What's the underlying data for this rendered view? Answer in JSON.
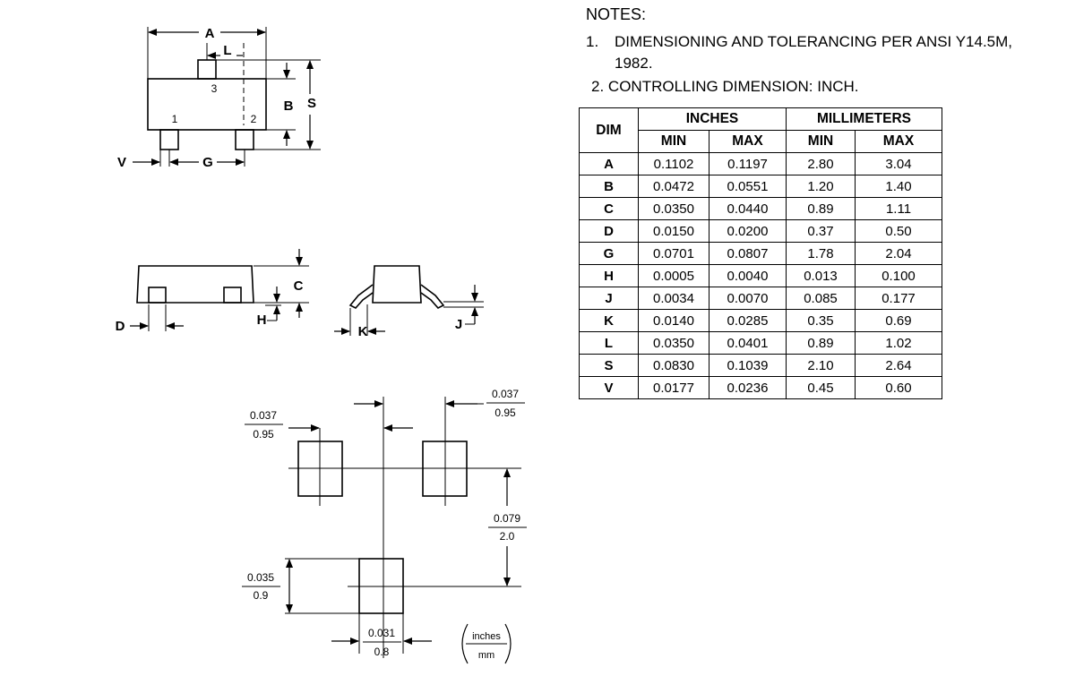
{
  "drawing_labels": {
    "top": {
      "A": "A",
      "L": "L",
      "B": "B",
      "S": "S",
      "V": "V",
      "G": "G",
      "pin1": "1",
      "pin2": "2",
      "pin3": "3"
    },
    "side_front": {
      "C": "C",
      "H": "H",
      "D": "D"
    },
    "side_end": {
      "K": "K",
      "J": "J"
    }
  },
  "footprint": {
    "top_left": {
      "inches": "0.037",
      "mm": "0.95"
    },
    "top_right": {
      "inches": "0.037",
      "mm": "0.95"
    },
    "pitch": {
      "inches": "0.079",
      "mm": "2.0"
    },
    "pad_height": {
      "inches": "0.035",
      "mm": "0.9"
    },
    "pad_width": {
      "inches": "0.031",
      "mm": "0.8"
    },
    "unit_key": {
      "inches": "inches",
      "mm": "mm"
    }
  },
  "notes": {
    "heading": "NOTES:",
    "items": [
      {
        "num": "1.",
        "text": "DIMENSIONING AND TOLERANCING PER ANSI Y14.5M, 1982."
      },
      {
        "num": "2.",
        "text": "CONTROLLING DIMENSION: INCH."
      }
    ]
  },
  "table": {
    "dim_header": "DIM",
    "group_headers": [
      "INCHES",
      "MILLIMETERS"
    ],
    "sub_headers": [
      "MIN",
      "MAX",
      "MIN",
      "MAX"
    ],
    "rows": [
      [
        "A",
        "0.1102",
        "0.1197",
        "2.80",
        "3.04"
      ],
      [
        "B",
        "0.0472",
        "0.0551",
        "1.20",
        "1.40"
      ],
      [
        "C",
        "0.0350",
        "0.0440",
        "0.89",
        "1.11"
      ],
      [
        "D",
        "0.0150",
        "0.0200",
        "0.37",
        "0.50"
      ],
      [
        "G",
        "0.0701",
        "0.0807",
        "1.78",
        "2.04"
      ],
      [
        "H",
        "0.0005",
        "0.0040",
        "0.013",
        "0.100"
      ],
      [
        "J",
        "0.0034",
        "0.0070",
        "0.085",
        "0.177"
      ],
      [
        "K",
        "0.0140",
        "0.0285",
        "0.35",
        "0.69"
      ],
      [
        "L",
        "0.0350",
        "0.0401",
        "0.89",
        "1.02"
      ],
      [
        "S",
        "0.0830",
        "0.1039",
        "2.10",
        "2.64"
      ],
      [
        "V",
        "0.0177",
        "0.0236",
        "0.45",
        "0.60"
      ]
    ]
  }
}
